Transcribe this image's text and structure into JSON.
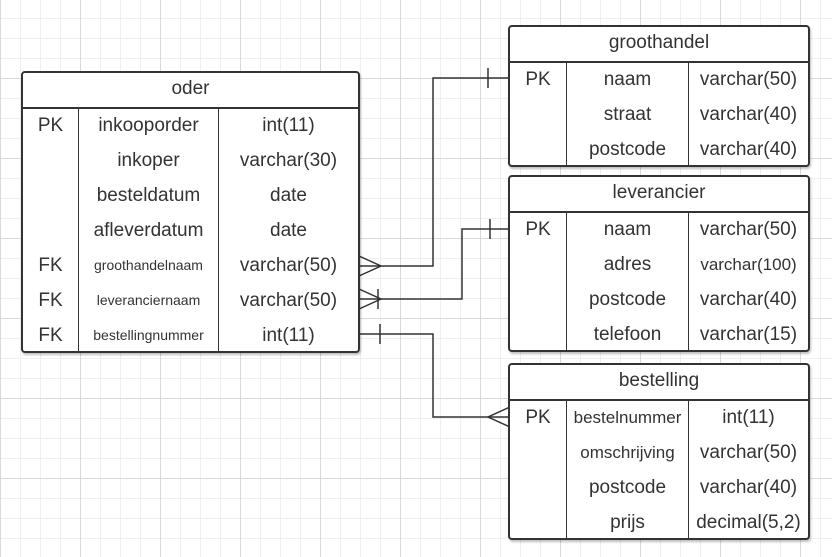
{
  "entities": {
    "oder": {
      "title": "oder",
      "rows": [
        {
          "key": "PK",
          "name": "inkooporder",
          "type": "int(11)"
        },
        {
          "key": "",
          "name": "inkoper",
          "type": "varchar(30)"
        },
        {
          "key": "",
          "name": "besteldatum",
          "type": "date"
        },
        {
          "key": "",
          "name": "afleverdatum",
          "type": "date"
        },
        {
          "key": "FK",
          "name": "groothandelnaam",
          "type": "varchar(50)"
        },
        {
          "key": "FK",
          "name": "leveranciernaam",
          "type": "varchar(50)"
        },
        {
          "key": "FK",
          "name": "bestellingnummer",
          "type": "int(11)"
        }
      ]
    },
    "groothandel": {
      "title": "groothandel",
      "rows": [
        {
          "key": "PK",
          "name": "naam",
          "type": "varchar(50)"
        },
        {
          "key": "",
          "name": "straat",
          "type": "varchar(40)"
        },
        {
          "key": "",
          "name": "postcode",
          "type": "varchar(40)"
        }
      ]
    },
    "leverancier": {
      "title": "leverancier",
      "rows": [
        {
          "key": "PK",
          "name": "naam",
          "type": "varchar(50)"
        },
        {
          "key": "",
          "name": "adres",
          "type": "varchar(100)"
        },
        {
          "key": "",
          "name": "postcode",
          "type": "varchar(40)"
        },
        {
          "key": "",
          "name": "telefoon",
          "type": "varchar(15)"
        }
      ]
    },
    "bestelling": {
      "title": "bestelling",
      "rows": [
        {
          "key": "PK",
          "name": "bestelnummer",
          "type": "int(11)"
        },
        {
          "key": "",
          "name": "omschrijving",
          "type": "varchar(50)"
        },
        {
          "key": "",
          "name": "postcode",
          "type": "varchar(40)"
        },
        {
          "key": "",
          "name": "prijs",
          "type": "decimal(5,2)"
        }
      ]
    }
  },
  "relationships": [
    {
      "from": "oder.groothandelnaam",
      "to": "groothandel.naam",
      "from_end": "many",
      "to_end": "one"
    },
    {
      "from": "oder.leveranciernaam",
      "to": "leverancier.naam",
      "from_end": "one-or-many",
      "to_end": "one"
    },
    {
      "from": "oder.bestellingnummer",
      "to": "bestelling.bestelnummer",
      "from_end": "one",
      "to_end": "many"
    }
  ],
  "colors": {
    "line": "#333333",
    "text": "#333333",
    "grid": "#d9d9d9"
  }
}
